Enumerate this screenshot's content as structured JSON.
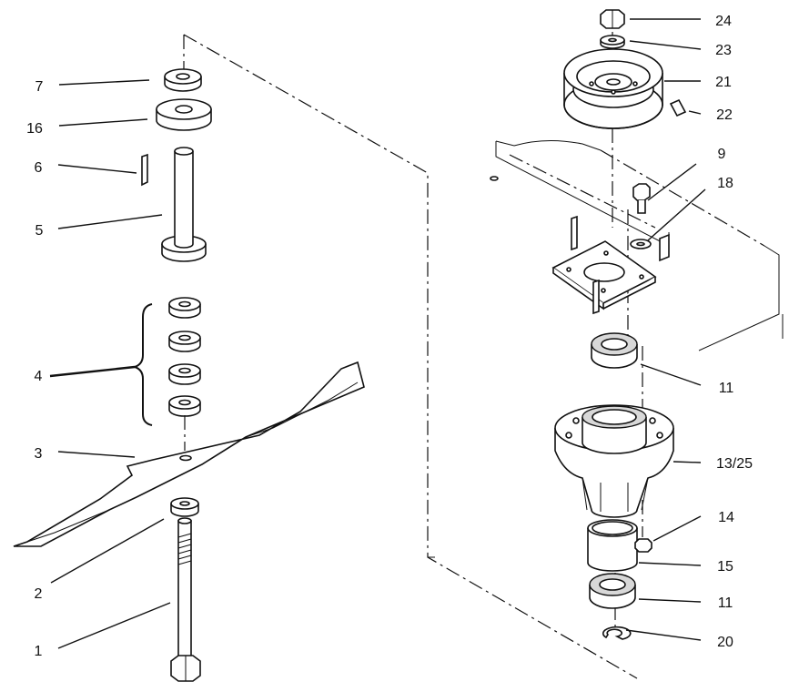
{
  "diagram": {
    "callouts": [
      {
        "id": "c7",
        "text": "7"
      },
      {
        "id": "c16",
        "text": "16"
      },
      {
        "id": "c6",
        "text": "6"
      },
      {
        "id": "c5",
        "text": "5"
      },
      {
        "id": "c4",
        "text": "4"
      },
      {
        "id": "c3",
        "text": "3"
      },
      {
        "id": "c2",
        "text": "2"
      },
      {
        "id": "c1",
        "text": "1"
      },
      {
        "id": "c24",
        "text": "24"
      },
      {
        "id": "c23",
        "text": "23"
      },
      {
        "id": "c21",
        "text": "21"
      },
      {
        "id": "c22",
        "text": "22"
      },
      {
        "id": "c9",
        "text": "9"
      },
      {
        "id": "c18",
        "text": "18"
      },
      {
        "id": "c11a",
        "text": "11"
      },
      {
        "id": "c1325",
        "text": "13/25"
      },
      {
        "id": "c14",
        "text": "14"
      },
      {
        "id": "c15",
        "text": "15"
      },
      {
        "id": "c11b",
        "text": "11"
      },
      {
        "id": "c20",
        "text": "20"
      }
    ]
  }
}
